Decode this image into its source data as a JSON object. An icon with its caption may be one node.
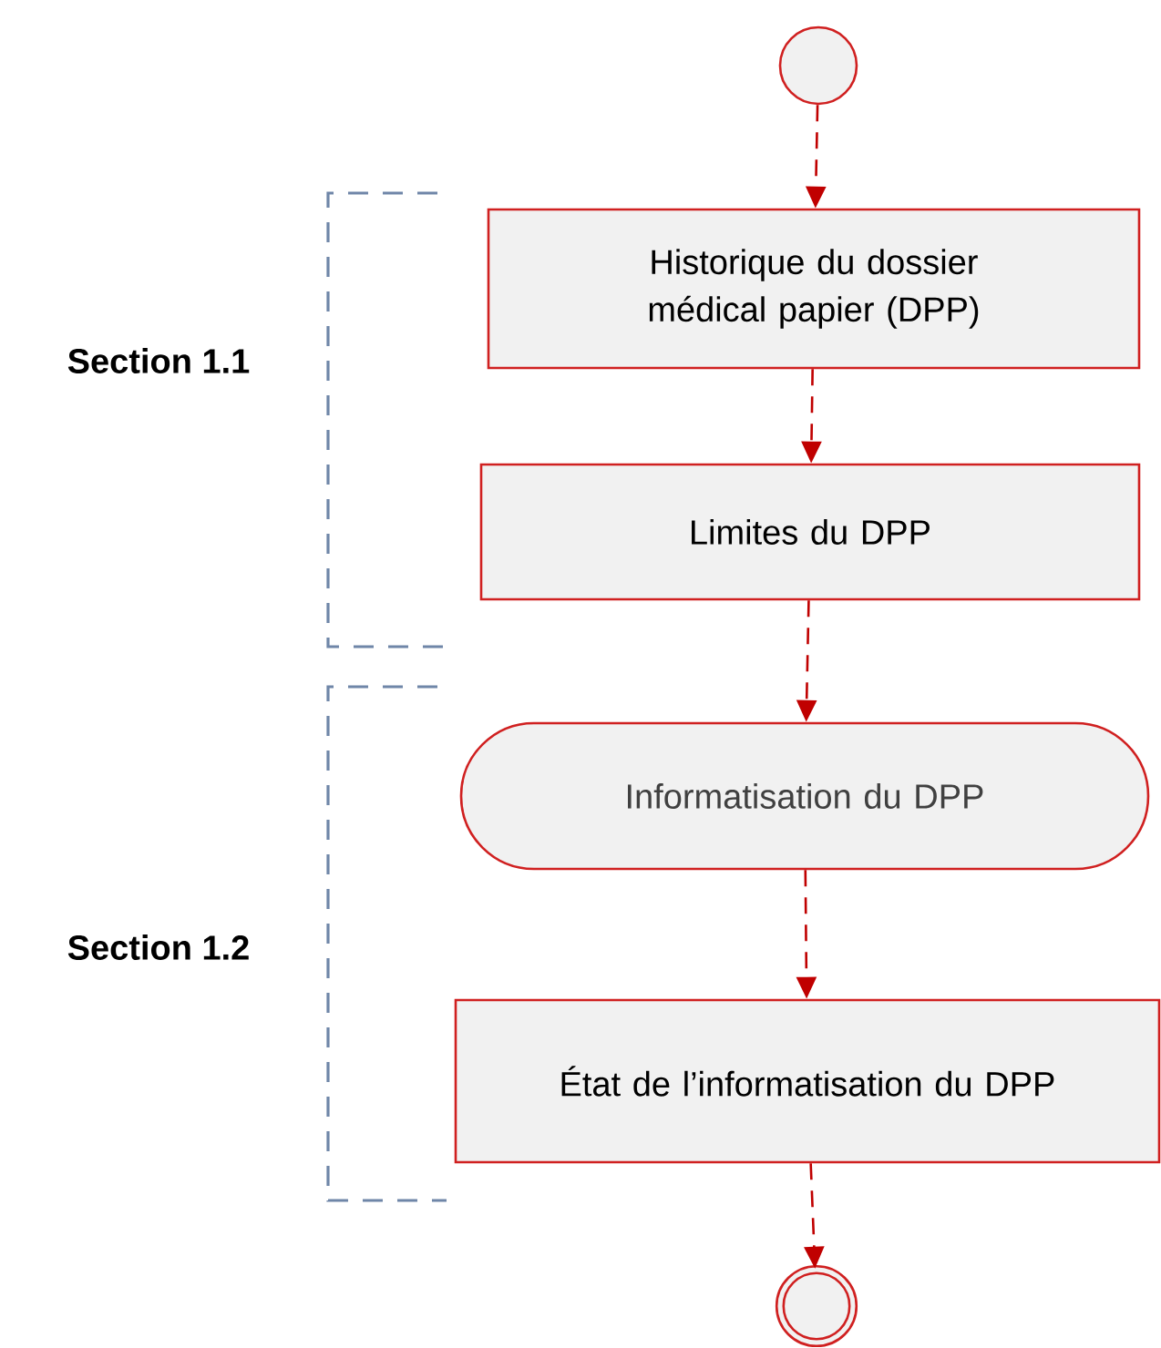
{
  "diagram": {
    "nodes": [
      {
        "text": [],
        "shape": "circle"
      },
      {
        "text": [
          "Historique du dossier médical papier (DPP)"
        ]
      },
      {
        "text": [
          "Limites du DPP"
        ]
      },
      {
        "text": [
          "Informatisation du DPP"
        ]
      },
      {
        "text": [
          "État de l’informatisation du DPP"
        ]
      },
      {
        "text": [],
        "shape": "circle"
      }
    ],
    "edges": [
      {
        "from": 0,
        "to": 1,
        "arrow": "to"
      },
      {
        "from": 1,
        "to": 2,
        "arrow": "to"
      },
      {
        "from": 2,
        "to": 3,
        "arrow": "to"
      },
      {
        "from": 3,
        "to": 4,
        "arrow": "to"
      },
      {
        "from": 4,
        "to": 5,
        "arrow": "to"
      }
    ],
    "labels": [
      "Section 1.1",
      "Section 1.2"
    ]
  }
}
